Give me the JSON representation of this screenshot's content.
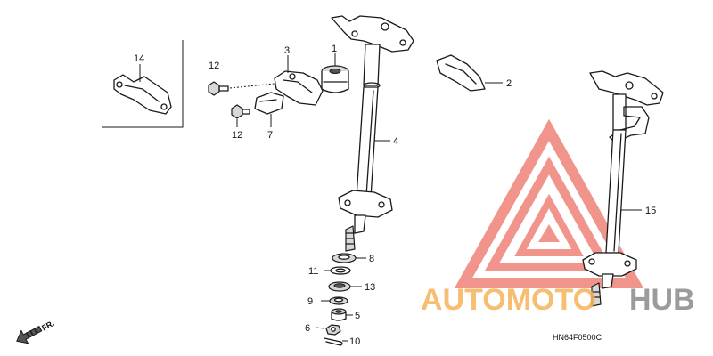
{
  "callouts": {
    "p1": "1",
    "p2": "2",
    "p3": "3",
    "p4": "4",
    "p5": "5",
    "p6": "6",
    "p7": "7",
    "p8": "8",
    "p9": "9",
    "p10": "10",
    "p11": "11",
    "p12a": "12",
    "p12b": "12",
    "p13": "13",
    "p14": "14",
    "p15": "15"
  },
  "direction_label": "FR.",
  "diagram_code": "HN64F0500C",
  "watermark": {
    "word_auto": "AUTOMOTO",
    "word_hub": "HUB",
    "color_primary": "#f08a80",
    "color_auto": "#f6b35a",
    "color_hub": "#8a8a8a"
  }
}
